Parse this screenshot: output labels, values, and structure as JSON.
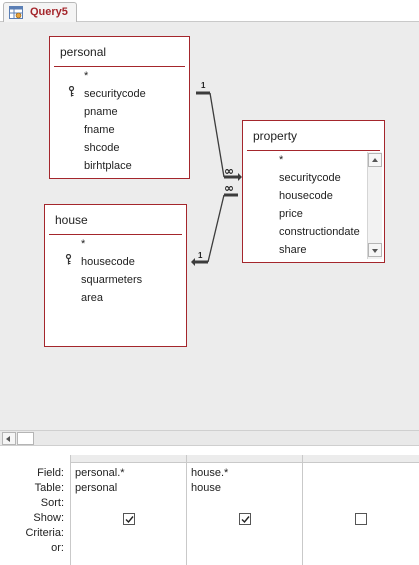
{
  "tab": {
    "label": "Query5",
    "icon": "query-icon"
  },
  "tables": {
    "personal": {
      "title": "personal",
      "fields": [
        "*",
        "securitycode",
        "pname",
        "fname",
        "shcode",
        "birhtplace"
      ],
      "key_field": "securitycode"
    },
    "property": {
      "title": "property",
      "fields": [
        "*",
        "securitycode",
        "housecode",
        "price",
        "constructiondate",
        "share"
      ]
    },
    "house": {
      "title": "house",
      "fields": [
        "*",
        "housecode",
        "squarmeters",
        "area"
      ],
      "key_field": "housecode"
    }
  },
  "joins": [
    {
      "from": "personal.securitycode",
      "to": "property.securitycode",
      "one_label": "1",
      "many_label": "∞"
    },
    {
      "from": "house.housecode",
      "to": "property.housecode",
      "one_label": "1",
      "many_label": "∞"
    }
  ],
  "grid": {
    "row_labels": [
      "Field:",
      "Table:",
      "Sort:",
      "Show:",
      "Criteria:",
      "or:"
    ],
    "columns": [
      {
        "field": "personal.*",
        "table": "personal",
        "sort": "",
        "show": true,
        "criteria": "",
        "or": ""
      },
      {
        "field": "house.*",
        "table": "house",
        "sort": "",
        "show": true,
        "criteria": "",
        "or": ""
      },
      {
        "field": "",
        "table": "",
        "sort": "",
        "show": false,
        "criteria": "",
        "or": ""
      }
    ]
  },
  "colors": {
    "accent": "#a4262c",
    "design_bg": "#ececec",
    "join_line": "#3c3c3c"
  }
}
